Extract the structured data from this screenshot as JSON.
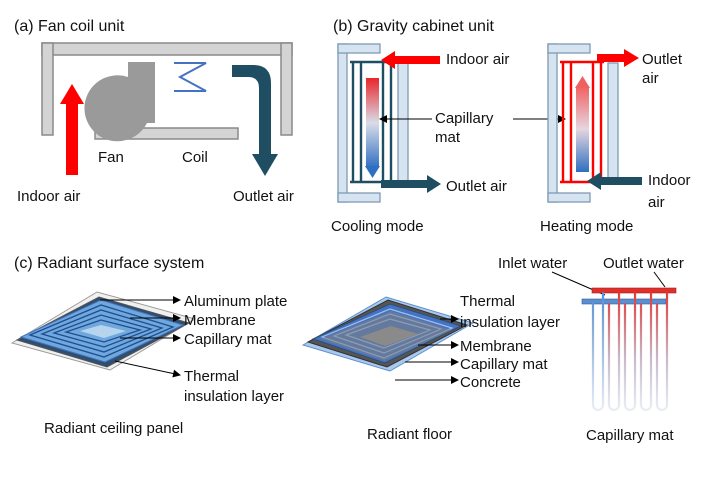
{
  "panel_a": {
    "title": "(a) Fan coil unit",
    "fan_label": "Fan",
    "coil_label": "Coil",
    "indoor_air_label": "Indoor air",
    "outlet_air_label": "Outlet air"
  },
  "panel_b": {
    "title": "(b) Gravity cabinet unit",
    "cooling": {
      "indoor_air_label": "Indoor air",
      "outlet_air_label": "Outlet air",
      "mode_label": "Cooling mode"
    },
    "heating": {
      "outlet_air_line1": "Outlet",
      "outlet_air_line2": "air",
      "indoor_air_line1": "Indoor",
      "indoor_air_line2": "air",
      "mode_label": "Heating mode"
    },
    "capillary_mat_line1": "Capillary",
    "capillary_mat_line2": "mat"
  },
  "panel_c": {
    "title": "(c) Radiant surface system",
    "ceiling": {
      "label_aluminum": "Aluminum plate",
      "label_membrane": "Membrane",
      "label_capillary": "Capillary mat",
      "label_insulation_line1": "Thermal",
      "label_insulation_line2": "insulation layer",
      "caption": "Radiant ceiling panel"
    },
    "floor": {
      "label_insulation_line1": "Thermal",
      "label_insulation_line2": "insulation layer",
      "label_membrane": "Membrane",
      "label_capillary": "Capillary mat",
      "label_concrete": "Concrete",
      "caption": "Radiant floor"
    },
    "mat": {
      "inlet_label": "Inlet water",
      "outlet_label": "Outlet water",
      "caption": "Capillary mat"
    }
  },
  "colors": {
    "warm_air": "#ff0000",
    "cool_air": "#1f4e63",
    "casing": "#d0d0d0",
    "capillary_blue": "#4472c4",
    "capillary_red": "#e0302a"
  }
}
